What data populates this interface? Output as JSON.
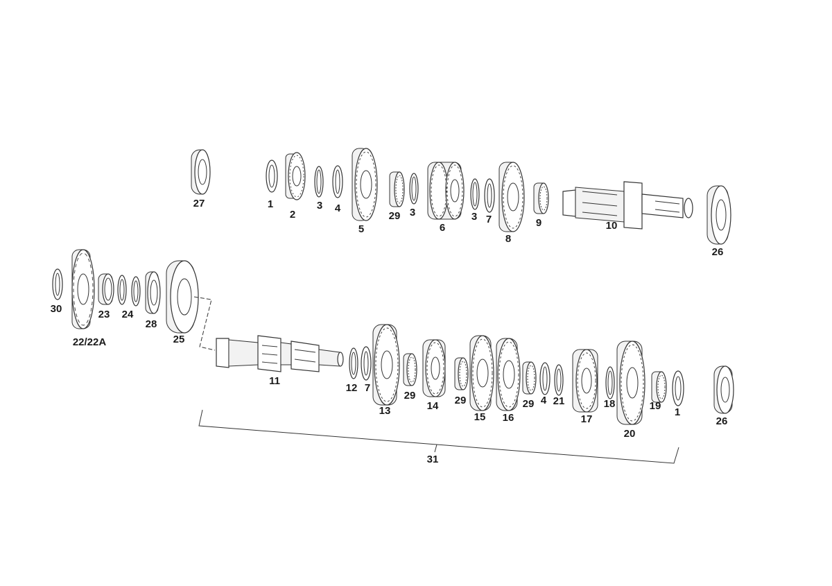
{
  "diagram": {
    "labels": {
      "p1": "1",
      "p2": "2",
      "p3": "3",
      "p4": "4",
      "p5": "5",
      "p6": "6",
      "p7": "7",
      "p8": "8",
      "p9": "9",
      "p10": "10",
      "p11": "11",
      "p12": "12",
      "p13": "13",
      "p14": "14",
      "p15": "15",
      "p16": "16",
      "p17": "17",
      "p18": "18",
      "p19": "19",
      "p20": "20",
      "p21": "21",
      "p22": "22/22A",
      "p23": "23",
      "p24": "24",
      "p25": "25",
      "p26": "26",
      "p27": "27",
      "p28": "28",
      "p29": "29",
      "p30": "30",
      "p31": "31"
    }
  }
}
